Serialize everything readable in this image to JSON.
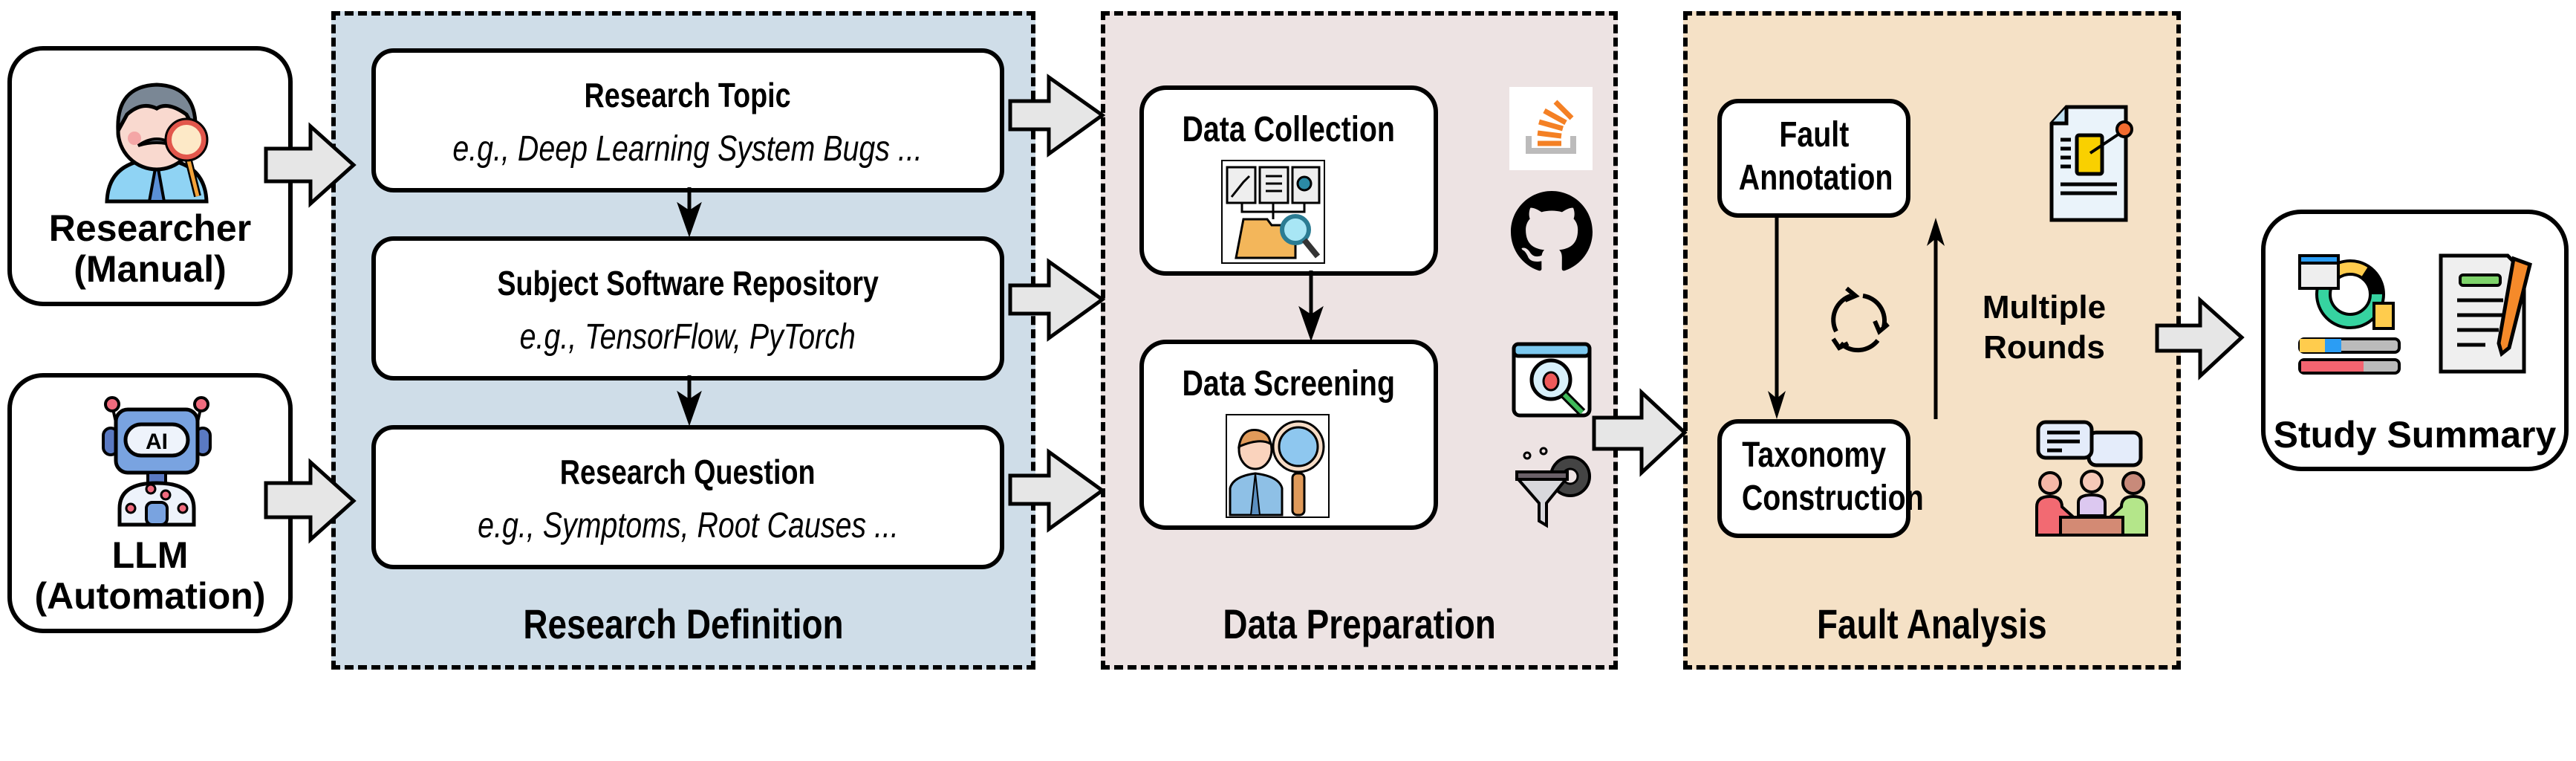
{
  "actors": {
    "researcher": {
      "label_line1": "Researcher",
      "label_line2": "(Manual)",
      "icon": "researcher-with-magnifier-icon"
    },
    "llm": {
      "label_line1": "LLM",
      "label_line2": "(Automation)",
      "icon": "ai-robot-icon",
      "icon_text": "AI"
    }
  },
  "panels": {
    "research_definition": {
      "title": "Research Definition",
      "color": "#cfdde8",
      "steps": [
        {
          "title": "Research Topic",
          "example": "e.g., Deep Learning System Bugs ..."
        },
        {
          "title": "Subject Software Repository",
          "example": "e.g., TensorFlow, PyTorch"
        },
        {
          "title": "Research Question",
          "example": "e.g., Symptoms, Root Causes ..."
        }
      ]
    },
    "data_preparation": {
      "title": "Data Preparation",
      "color": "#ede3e3",
      "steps": [
        {
          "title": "Data Collection",
          "icon": "documents-folder-search-icon"
        },
        {
          "title": "Data Screening",
          "icon": "person-magnifier-icon"
        }
      ],
      "side_icons": [
        "stackoverflow-icon",
        "github-icon",
        "bug-search-icon",
        "filter-gear-icon"
      ]
    },
    "fault_analysis": {
      "title": "Fault Analysis",
      "color": "#f5e1c6",
      "steps": [
        {
          "title_line1": "Fault",
          "title_line2": "Annotation",
          "icon": "annotated-document-icon"
        },
        {
          "title_line1": "Taxonomy",
          "title_line2": "Construction",
          "icon": "team-discussion-icon"
        }
      ],
      "loop_label_line1": "Multiple",
      "loop_label_line2": "Rounds",
      "loop_icon": "cycle-arrows-icon"
    }
  },
  "summary": {
    "label": "Study Summary",
    "icons": [
      "analytics-report-icon",
      "signed-document-icon"
    ]
  },
  "colors": {
    "arrow_fill": "#e6e6e6",
    "stroke": "#000000"
  }
}
